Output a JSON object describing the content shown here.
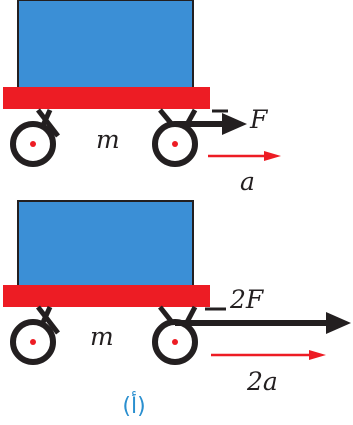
{
  "colors": {
    "block": "#3b8fd6",
    "platform": "#ed1c24",
    "wheel": "#231f20",
    "axle": "#ed1c24",
    "force_arrow": "#231f20",
    "accel_arrow": "#ed1c24",
    "caption": "#2a8fcf"
  },
  "top": {
    "mass_label": "m",
    "force_label": "F",
    "accel_label": "a"
  },
  "bottom": {
    "mass_label": "m",
    "force_label": "2F",
    "accel_label": "2a"
  },
  "caption": "(أ)"
}
